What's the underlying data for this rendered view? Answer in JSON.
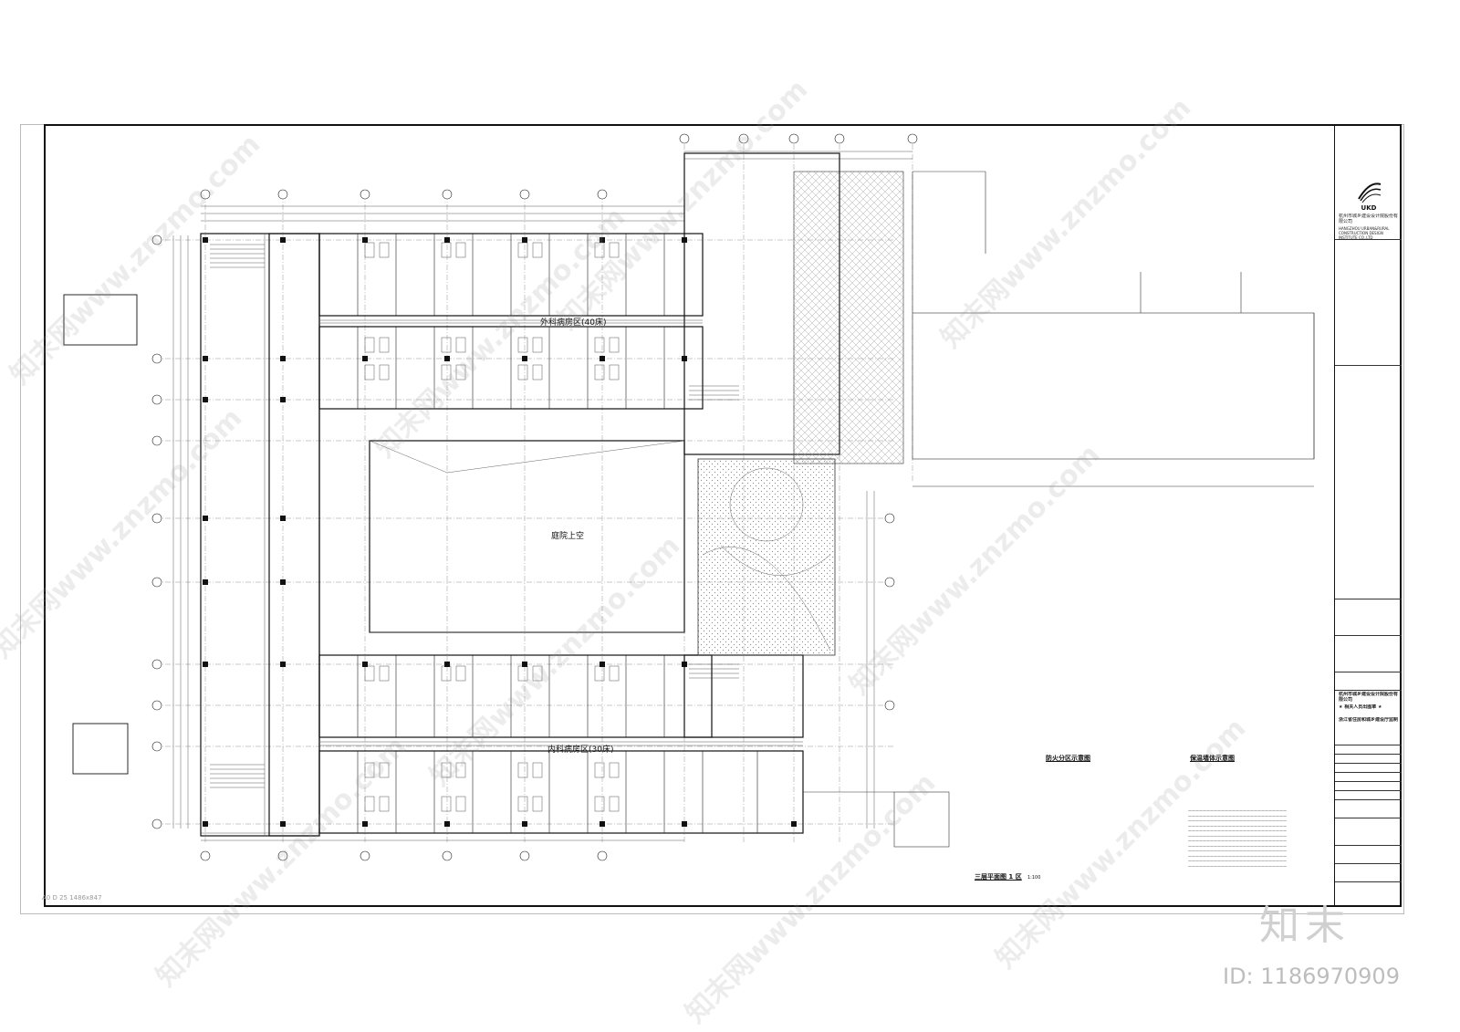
{
  "drawing": {
    "wards": [
      {
        "label": "外科病房区(40床)"
      },
      {
        "label": "内科病房区(30床)"
      }
    ],
    "courtyard_label": "庭院上空",
    "fire_zone_title": "防火分区示意图",
    "insulation_title": "保温墙体示意图",
    "plan_title": "三层平面图 1 区",
    "plan_scale": "1:100",
    "sheet_size": "A0 D 25 1486x847"
  },
  "title_block": {
    "company_cn": "杭州市城乡建设设计院股份有限公司",
    "company_en": "HANGZHOU URBAN&RURAL CONSTRUCTION DESIGN INSTITUTE CO.,LTD",
    "logo_text": "UKD",
    "stamp_lines": [
      "杭州市城乡建设设计院股份有限公司",
      "★ 相关人员出图章 ★",
      "浙江省住房和城乡建设厅监制"
    ]
  },
  "watermark": {
    "text": "知末网www.znzmo.com",
    "brand": "知末",
    "id_text": "ID: 1186970909"
  },
  "colors": {
    "line": "#111111",
    "grid": "#555555",
    "hatch": "#888888",
    "watermark": "#c8c8c8"
  }
}
